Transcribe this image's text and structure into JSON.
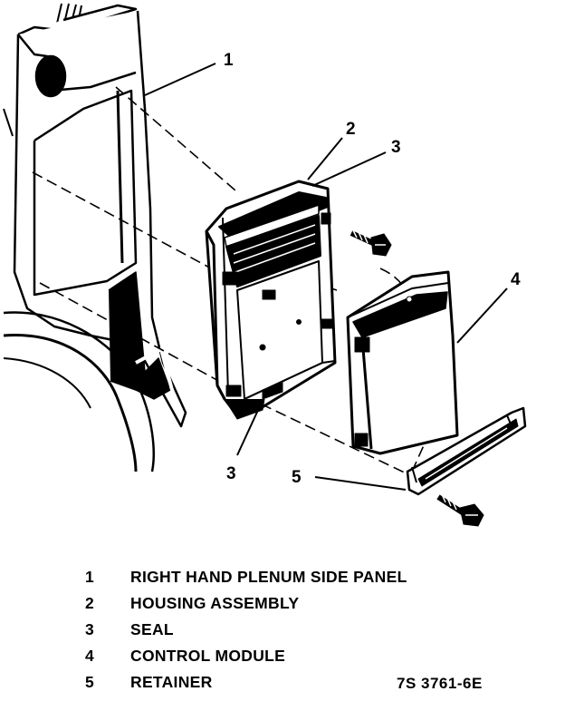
{
  "diagram": {
    "callouts": {
      "c1": "1",
      "c2": "2",
      "c3_top": "3",
      "c3_bottom": "3",
      "c4": "4",
      "c5": "5"
    }
  },
  "legend": {
    "items": [
      {
        "number": "1",
        "label": "RIGHT HAND PLENUM SIDE PANEL"
      },
      {
        "number": "2",
        "label": "HOUSING ASSEMBLY"
      },
      {
        "number": "3",
        "label": "SEAL"
      },
      {
        "number": "4",
        "label": "CONTROL MODULE"
      },
      {
        "number": "5",
        "label": "RETAINER"
      }
    ]
  },
  "figure_code": "7S 3761-6E"
}
